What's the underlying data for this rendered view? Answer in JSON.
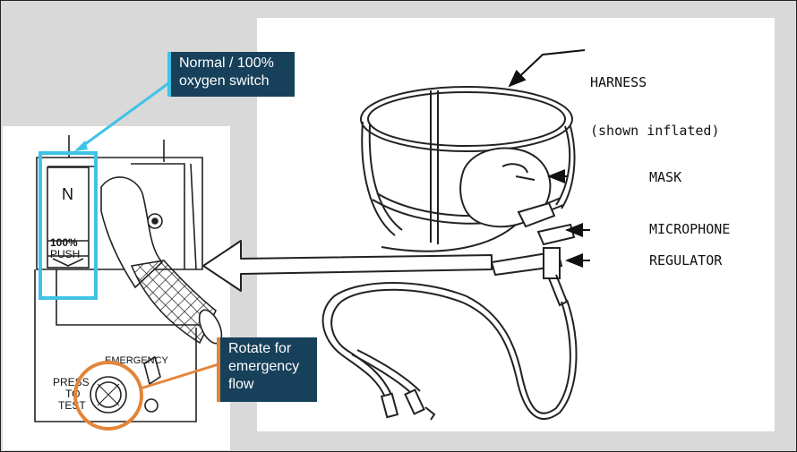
{
  "labels": {
    "harness_line1": "HARNESS",
    "harness_line2": "(shown inflated)",
    "mask": "MASK",
    "microphone": "MICROPHONE",
    "regulator": "REGULATOR"
  },
  "device": {
    "switch_letter": "N",
    "switch_percent": "100%",
    "switch_push": "PUSH",
    "emergency": "EMERGENCY",
    "press_line1": "PRESS",
    "press_line2": "TO",
    "press_line3": "TEST"
  },
  "callouts": {
    "switch": {
      "line1": "Normal / 100%",
      "line2": "oxygen switch"
    },
    "rotate": {
      "line1": "Rotate for",
      "line2": "emergency",
      "line3": "flow"
    }
  },
  "colors": {
    "callout_bg": "#17405a",
    "switch_accent": "#3ec3e6",
    "rotate_accent": "#e2853a"
  }
}
